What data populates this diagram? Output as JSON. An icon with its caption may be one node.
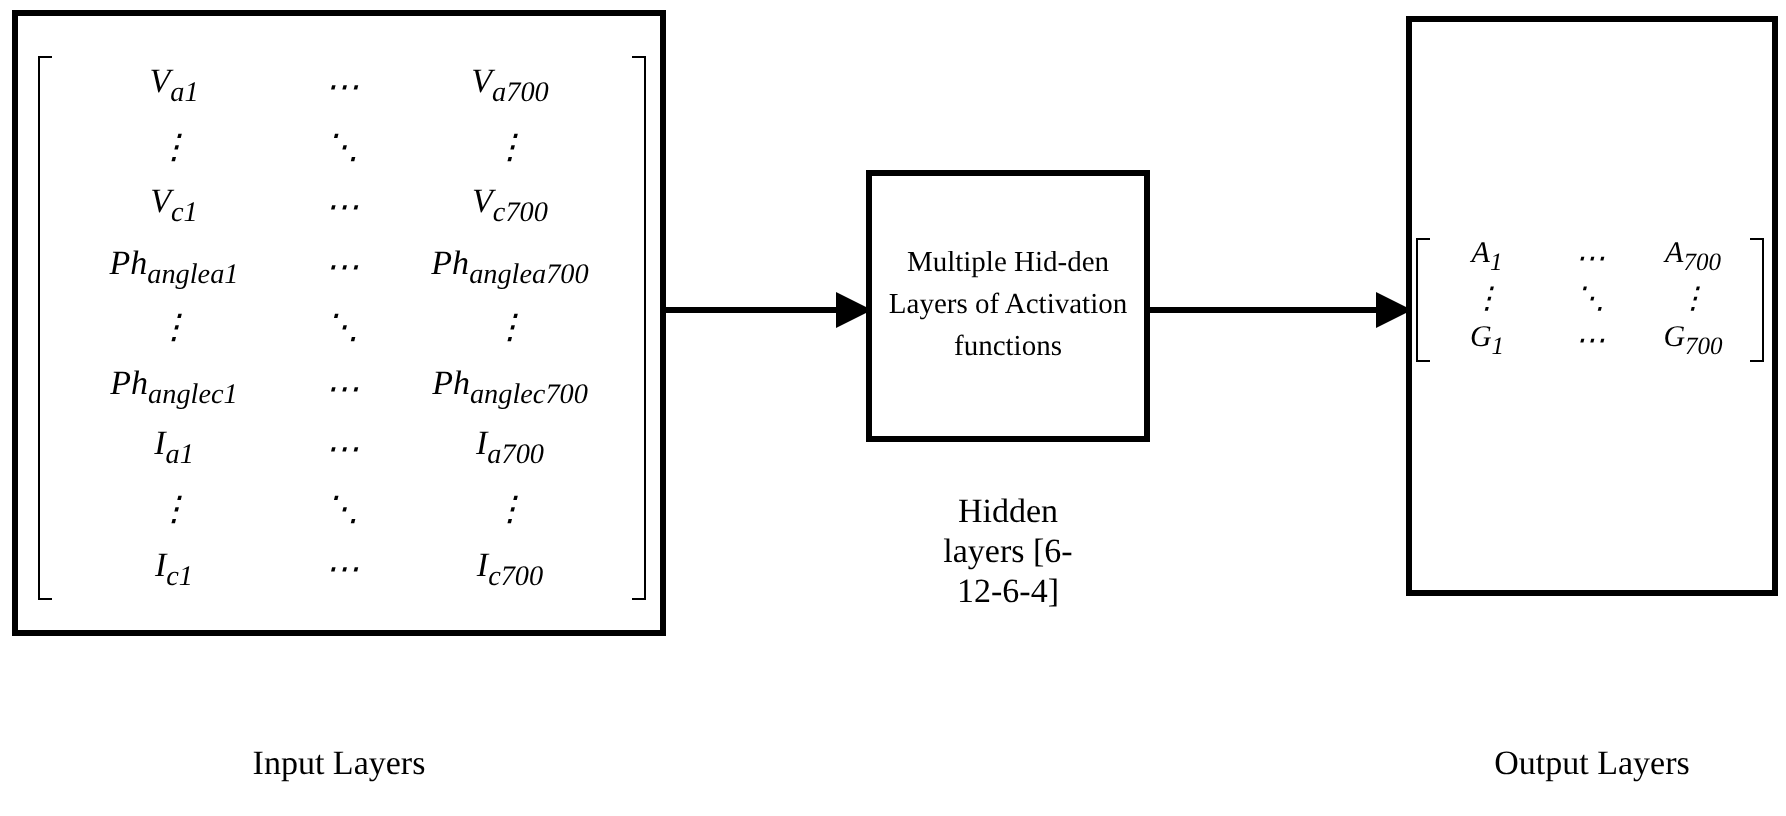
{
  "diagram": {
    "nodes": [
      {
        "text": [
          "V$_{a1}$",
          "⋯",
          "V$_{a700}$",
          "⋮",
          "⋱",
          "⋮",
          "V$_{c1}$",
          "⋯",
          "V$_{c700}$",
          "Ph$_{angle}$$_{a1}$",
          "⋯",
          "Ph$_{angle}$$_{a700}$",
          "⋮",
          "⋱",
          "⋮",
          "Ph$_{angle}$$_{c1}$",
          "⋯",
          "Ph$_{angle}$$_{c700}$",
          "I$_{a1}$",
          "⋯",
          "I$_{a700}$",
          "⋮",
          "⋱",
          "⋮",
          "I$_{c1}$",
          "⋯",
          "I$_{c700}$"
        ]
      },
      {
        "text": [
          "Multiple Hid-den Layers of Activation functions"
        ],
        "beside": [
          "Hidden layers [6-12-6-4]"
        ]
      },
      {
        "text": [
          "A$_{1}$",
          "⋯",
          "A$_{700}$",
          "⋮",
          "⋱",
          "⋮",
          "G$_{1}$",
          "⋯",
          "G$_{700}$"
        ]
      }
    ],
    "labels": [
      "Input Layers",
      "Output Layers"
    ],
    "edges": [
      {
        "from": 0,
        "to": 1,
        "arrow": "to"
      },
      {
        "from": 1,
        "to": 2,
        "arrow": "to"
      }
    ]
  }
}
